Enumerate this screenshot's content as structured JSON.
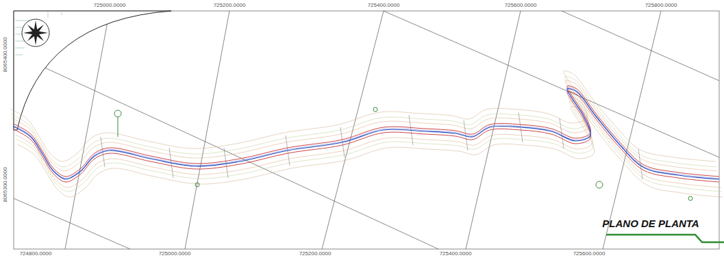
{
  "diagram": {
    "labels": [
      "725000.0000",
      "725200.0000",
      "725400.0000",
      "725600.0000",
      "725800.0000",
      "8065400.0000",
      "8065300.0000",
      "724800.0000",
      "725000.0000",
      "725200.0000",
      "725400.0000",
      "725600.0000",
      "PLANO DE PLANTA"
    ]
  }
}
